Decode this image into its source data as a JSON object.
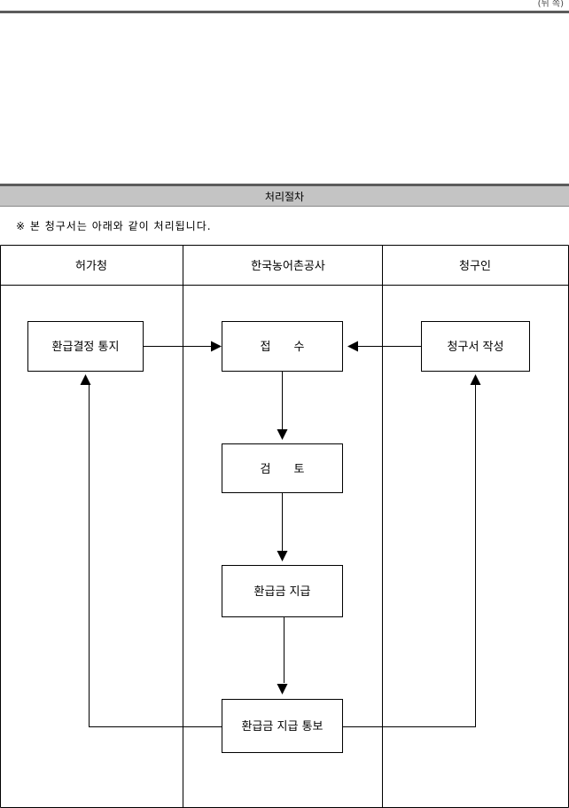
{
  "page_label": "(뒤 쪽)",
  "section_title": "처리절차",
  "note": "※ 본 청구서는 아래와 같이 처리됩니다.",
  "lanes": [
    {
      "label": "허가청"
    },
    {
      "label": "한국농어촌공사"
    },
    {
      "label": "청구인"
    }
  ],
  "steps": {
    "notice": "환급결정 통지",
    "receipt": "접　　수",
    "claim": "청구서 작성",
    "review": "검　　토",
    "payment": "환급금 지급",
    "payment_notice": "환급금 지급 통보"
  }
}
